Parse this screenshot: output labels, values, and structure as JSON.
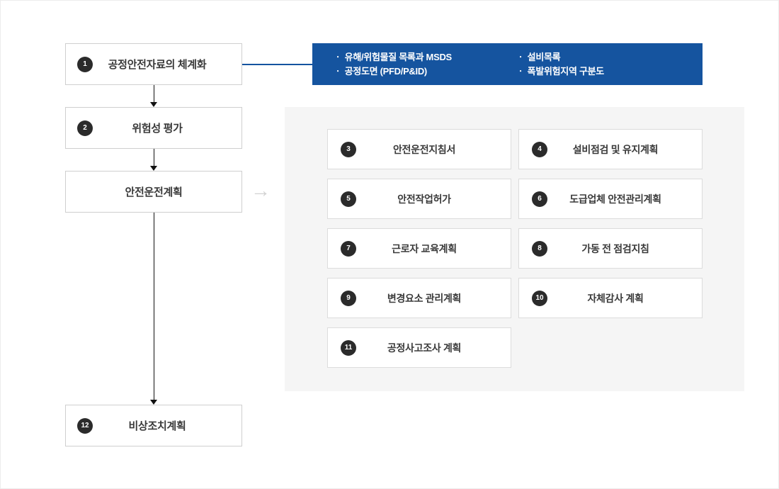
{
  "flow": {
    "steps": [
      {
        "number": "1",
        "label": "공정안전자료의 체계화"
      },
      {
        "number": "2",
        "label": "위험성 평가"
      },
      {
        "number": "",
        "label": "안전운전계획"
      },
      {
        "number": "12",
        "label": "비상조치계획"
      }
    ]
  },
  "banner": {
    "background_color": "#15549f",
    "column1": [
      "유해/위험물질 목록과 MSDS",
      "공정도면 (PFD/P&ID)"
    ],
    "column2": [
      "설비목록",
      "폭발위험지역 구분도"
    ],
    "bullet": "ㆍ"
  },
  "panel": {
    "background_color": "#f5f5f5",
    "cards": [
      {
        "number": "3",
        "label": "안전운전지침서"
      },
      {
        "number": "4",
        "label": "설비점검 및 유지계획"
      },
      {
        "number": "5",
        "label": "안전작업허가"
      },
      {
        "number": "6",
        "label": "도급업체 안전관리계획"
      },
      {
        "number": "7",
        "label": "근로자 교육계획"
      },
      {
        "number": "8",
        "label": "가동 전 점검지침"
      },
      {
        "number": "9",
        "label": "변경요소 관리계획"
      },
      {
        "number": "10",
        "label": "자체감사 계획"
      },
      {
        "number": "11",
        "label": "공정사고조사 계획"
      }
    ]
  },
  "colors": {
    "badge": "#2b2b2b",
    "accent_blue": "#15549f",
    "box_border": "#cfcfcf",
    "card_border": "#dcdcdc",
    "panel_bg": "#f5f5f5",
    "text": "#3a3a3a",
    "connector": "#111111",
    "gray_arrow": "#d2d2d2"
  },
  "icons": {
    "flow_arrow_right": "→"
  }
}
